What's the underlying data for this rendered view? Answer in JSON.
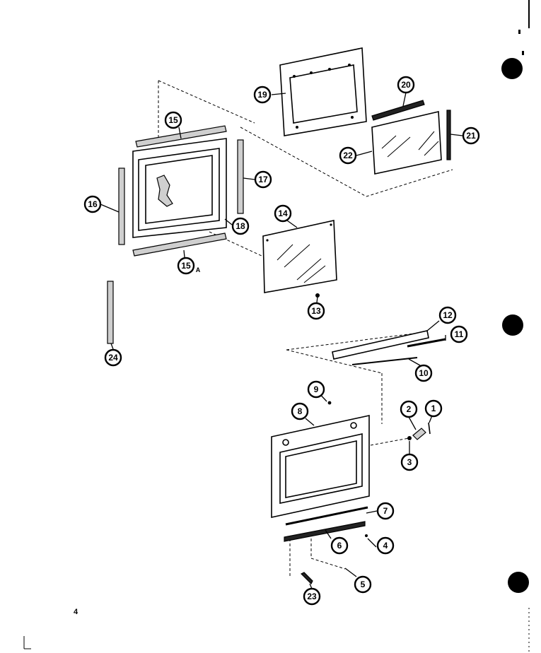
{
  "page_number": "4",
  "callouts": [
    {
      "id": "1",
      "label": "1"
    },
    {
      "id": "2",
      "label": "2"
    },
    {
      "id": "3",
      "label": "3"
    },
    {
      "id": "4",
      "label": "4"
    },
    {
      "id": "5",
      "label": "5"
    },
    {
      "id": "6",
      "label": "6"
    },
    {
      "id": "7",
      "label": "7"
    },
    {
      "id": "8",
      "label": "8"
    },
    {
      "id": "9",
      "label": "9"
    },
    {
      "id": "10",
      "label": "10"
    },
    {
      "id": "11",
      "label": "11"
    },
    {
      "id": "12",
      "label": "12"
    },
    {
      "id": "13",
      "label": "13"
    },
    {
      "id": "14",
      "label": "14"
    },
    {
      "id": "15",
      "label": "15"
    },
    {
      "id": "15a",
      "label": "15",
      "suffix": "A"
    },
    {
      "id": "16",
      "label": "16"
    },
    {
      "id": "17",
      "label": "17"
    },
    {
      "id": "18",
      "label": "18"
    },
    {
      "id": "19",
      "label": "19"
    },
    {
      "id": "20",
      "label": "20"
    },
    {
      "id": "21",
      "label": "21"
    },
    {
      "id": "22",
      "label": "22"
    },
    {
      "id": "23",
      "label": "23"
    },
    {
      "id": "24",
      "label": "24"
    }
  ]
}
